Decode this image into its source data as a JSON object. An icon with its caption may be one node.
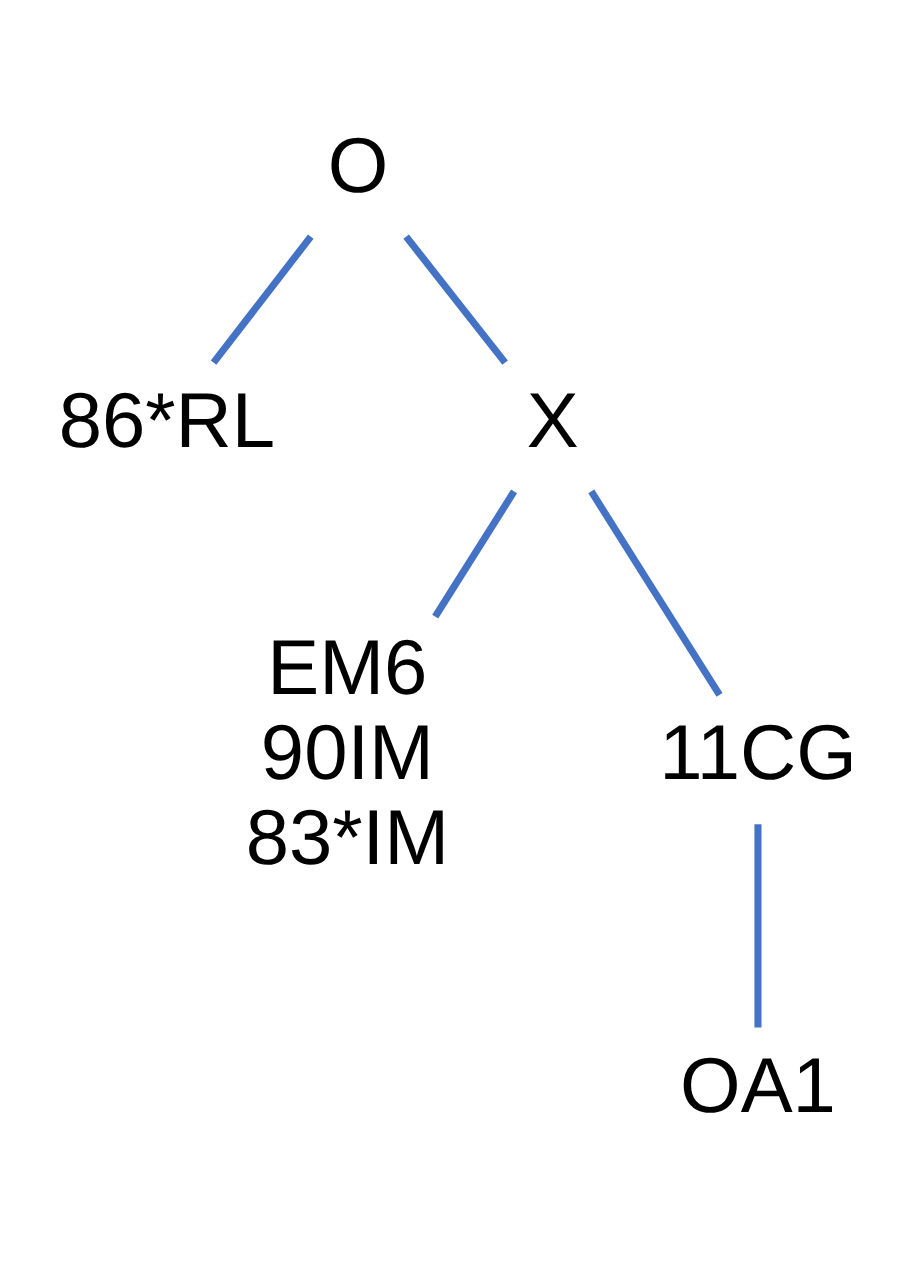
{
  "diagram": {
    "nodes": [
      {
        "text": [
          "O"
        ]
      },
      {
        "text": [
          "86*RL"
        ]
      },
      {
        "text": [
          "X"
        ]
      },
      {
        "text": [
          "EM6",
          "90IM",
          "83*IM"
        ]
      },
      {
        "text": [
          "11CG"
        ]
      },
      {
        "text": [
          "OA1"
        ]
      }
    ],
    "edges": [
      {
        "from": 0,
        "to": 1,
        "arrow": "none"
      },
      {
        "from": 0,
        "to": 2,
        "arrow": "none"
      },
      {
        "from": 2,
        "to": 3,
        "arrow": "none"
      },
      {
        "from": 2,
        "to": 4,
        "arrow": "none"
      },
      {
        "from": 4,
        "to": 5,
        "arrow": "none"
      }
    ]
  }
}
